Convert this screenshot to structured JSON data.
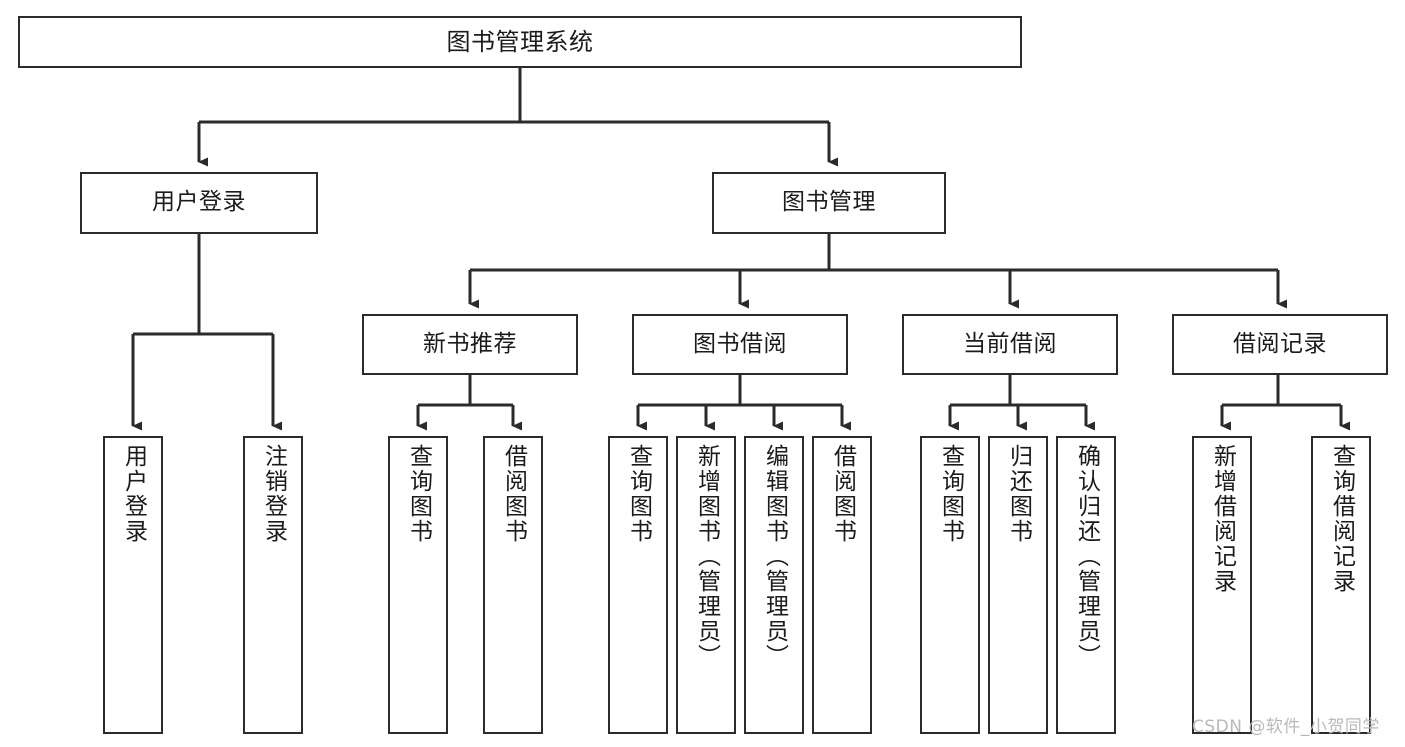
{
  "diagram": {
    "type": "tree",
    "title": "图书管理系统",
    "orientation": "top-down",
    "levels": 4,
    "colors": {
      "node_border": "#2b2b2b",
      "node_fill": "#ffffff",
      "edge": "#2b2b2b",
      "text": "#1b1b1b",
      "watermark": "#b9b9b9",
      "background": "#ffffff"
    },
    "root": {
      "label": "图书管理系统"
    },
    "level2": [
      {
        "label": "用户登录"
      },
      {
        "label": "图书管理"
      }
    ],
    "level3": [
      {
        "label": "新书推荐"
      },
      {
        "label": "图书借阅"
      },
      {
        "label": "当前借阅"
      },
      {
        "label": "借阅记录"
      }
    ],
    "leaves": {
      "user_login": [
        {
          "label": "用户登录"
        },
        {
          "label": "注销登录"
        }
      ],
      "new_book_recommend": [
        {
          "label": "查询图书"
        },
        {
          "label": "借阅图书"
        }
      ],
      "book_borrow": [
        {
          "label": "查询图书"
        },
        {
          "label": "新增图书（管理员）"
        },
        {
          "label": "编辑图书（管理员）"
        },
        {
          "label": "借阅图书"
        }
      ],
      "current_borrow": [
        {
          "label": "查询图书"
        },
        {
          "label": "归还图书"
        },
        {
          "label": "确认归还（管理员）"
        }
      ],
      "borrow_record": [
        {
          "label": "新增借阅记录"
        },
        {
          "label": "查询借阅记录"
        }
      ]
    }
  },
  "watermark": {
    "text": "CSDN @软件_小贺同学"
  }
}
